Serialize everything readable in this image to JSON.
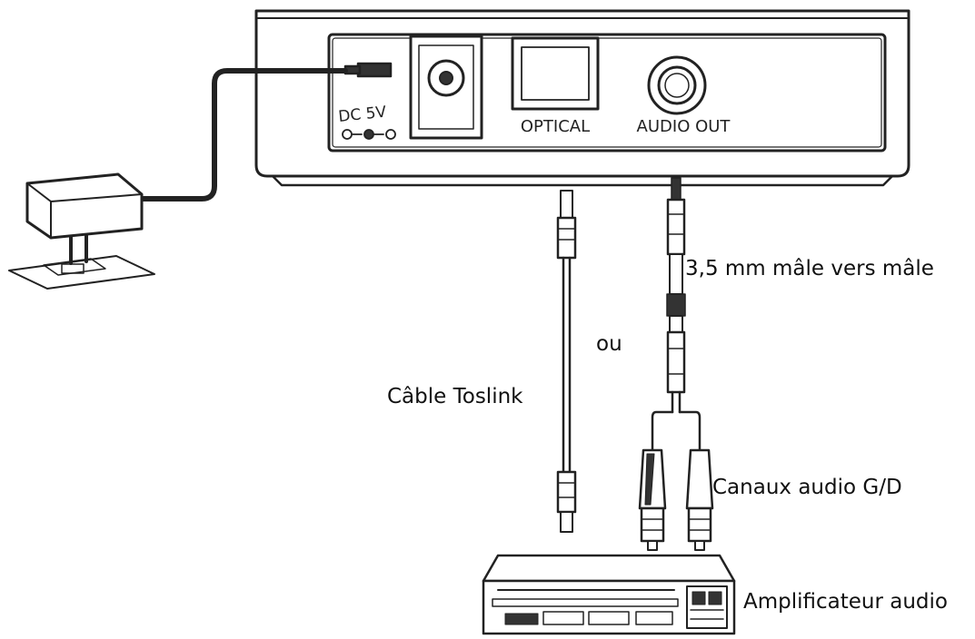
{
  "device": {
    "port_dc_label": "DC 5V",
    "port_optical_label": "OPTICAL",
    "port_audio_out_label": "AUDIO OUT"
  },
  "labels": {
    "toslink_cable": "Câble Toslink",
    "or": "ou",
    "male_to_male": "3,5 mm mâle vers mâle",
    "lr_channels": "Canaux audio G/D",
    "amplifier": "Amplificateur audio"
  },
  "colors": {
    "line": "#222222",
    "housing_fill": "#ffffff",
    "plug_dark": "#333333"
  }
}
